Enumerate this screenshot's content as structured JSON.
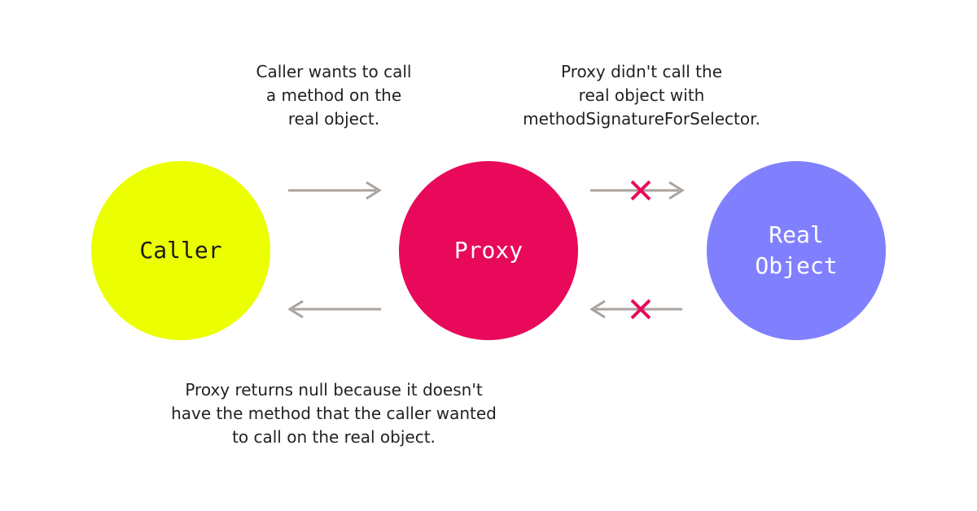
{
  "colors": {
    "caller": "#ecff00",
    "proxy": "#e8095a",
    "real_object": "#8080ff",
    "arrow": "#aaa39d",
    "blocked_mark": "#e8095a"
  },
  "nodes": {
    "caller": "Caller",
    "proxy": "Proxy",
    "real_object": "Real\nObject"
  },
  "captions": {
    "caller_to_proxy": "Caller wants to call\na method on the\nreal object.",
    "proxy_to_real": "Proxy didn't call the\nreal object with\nmethodSignatureForSelector.",
    "proxy_to_caller": "Proxy returns null because it doesn't\nhave the method that the caller wanted\nto call on the real object."
  },
  "icons": {
    "blocked": "x-mark-icon",
    "arrow_head": "arrow-head-icon"
  }
}
